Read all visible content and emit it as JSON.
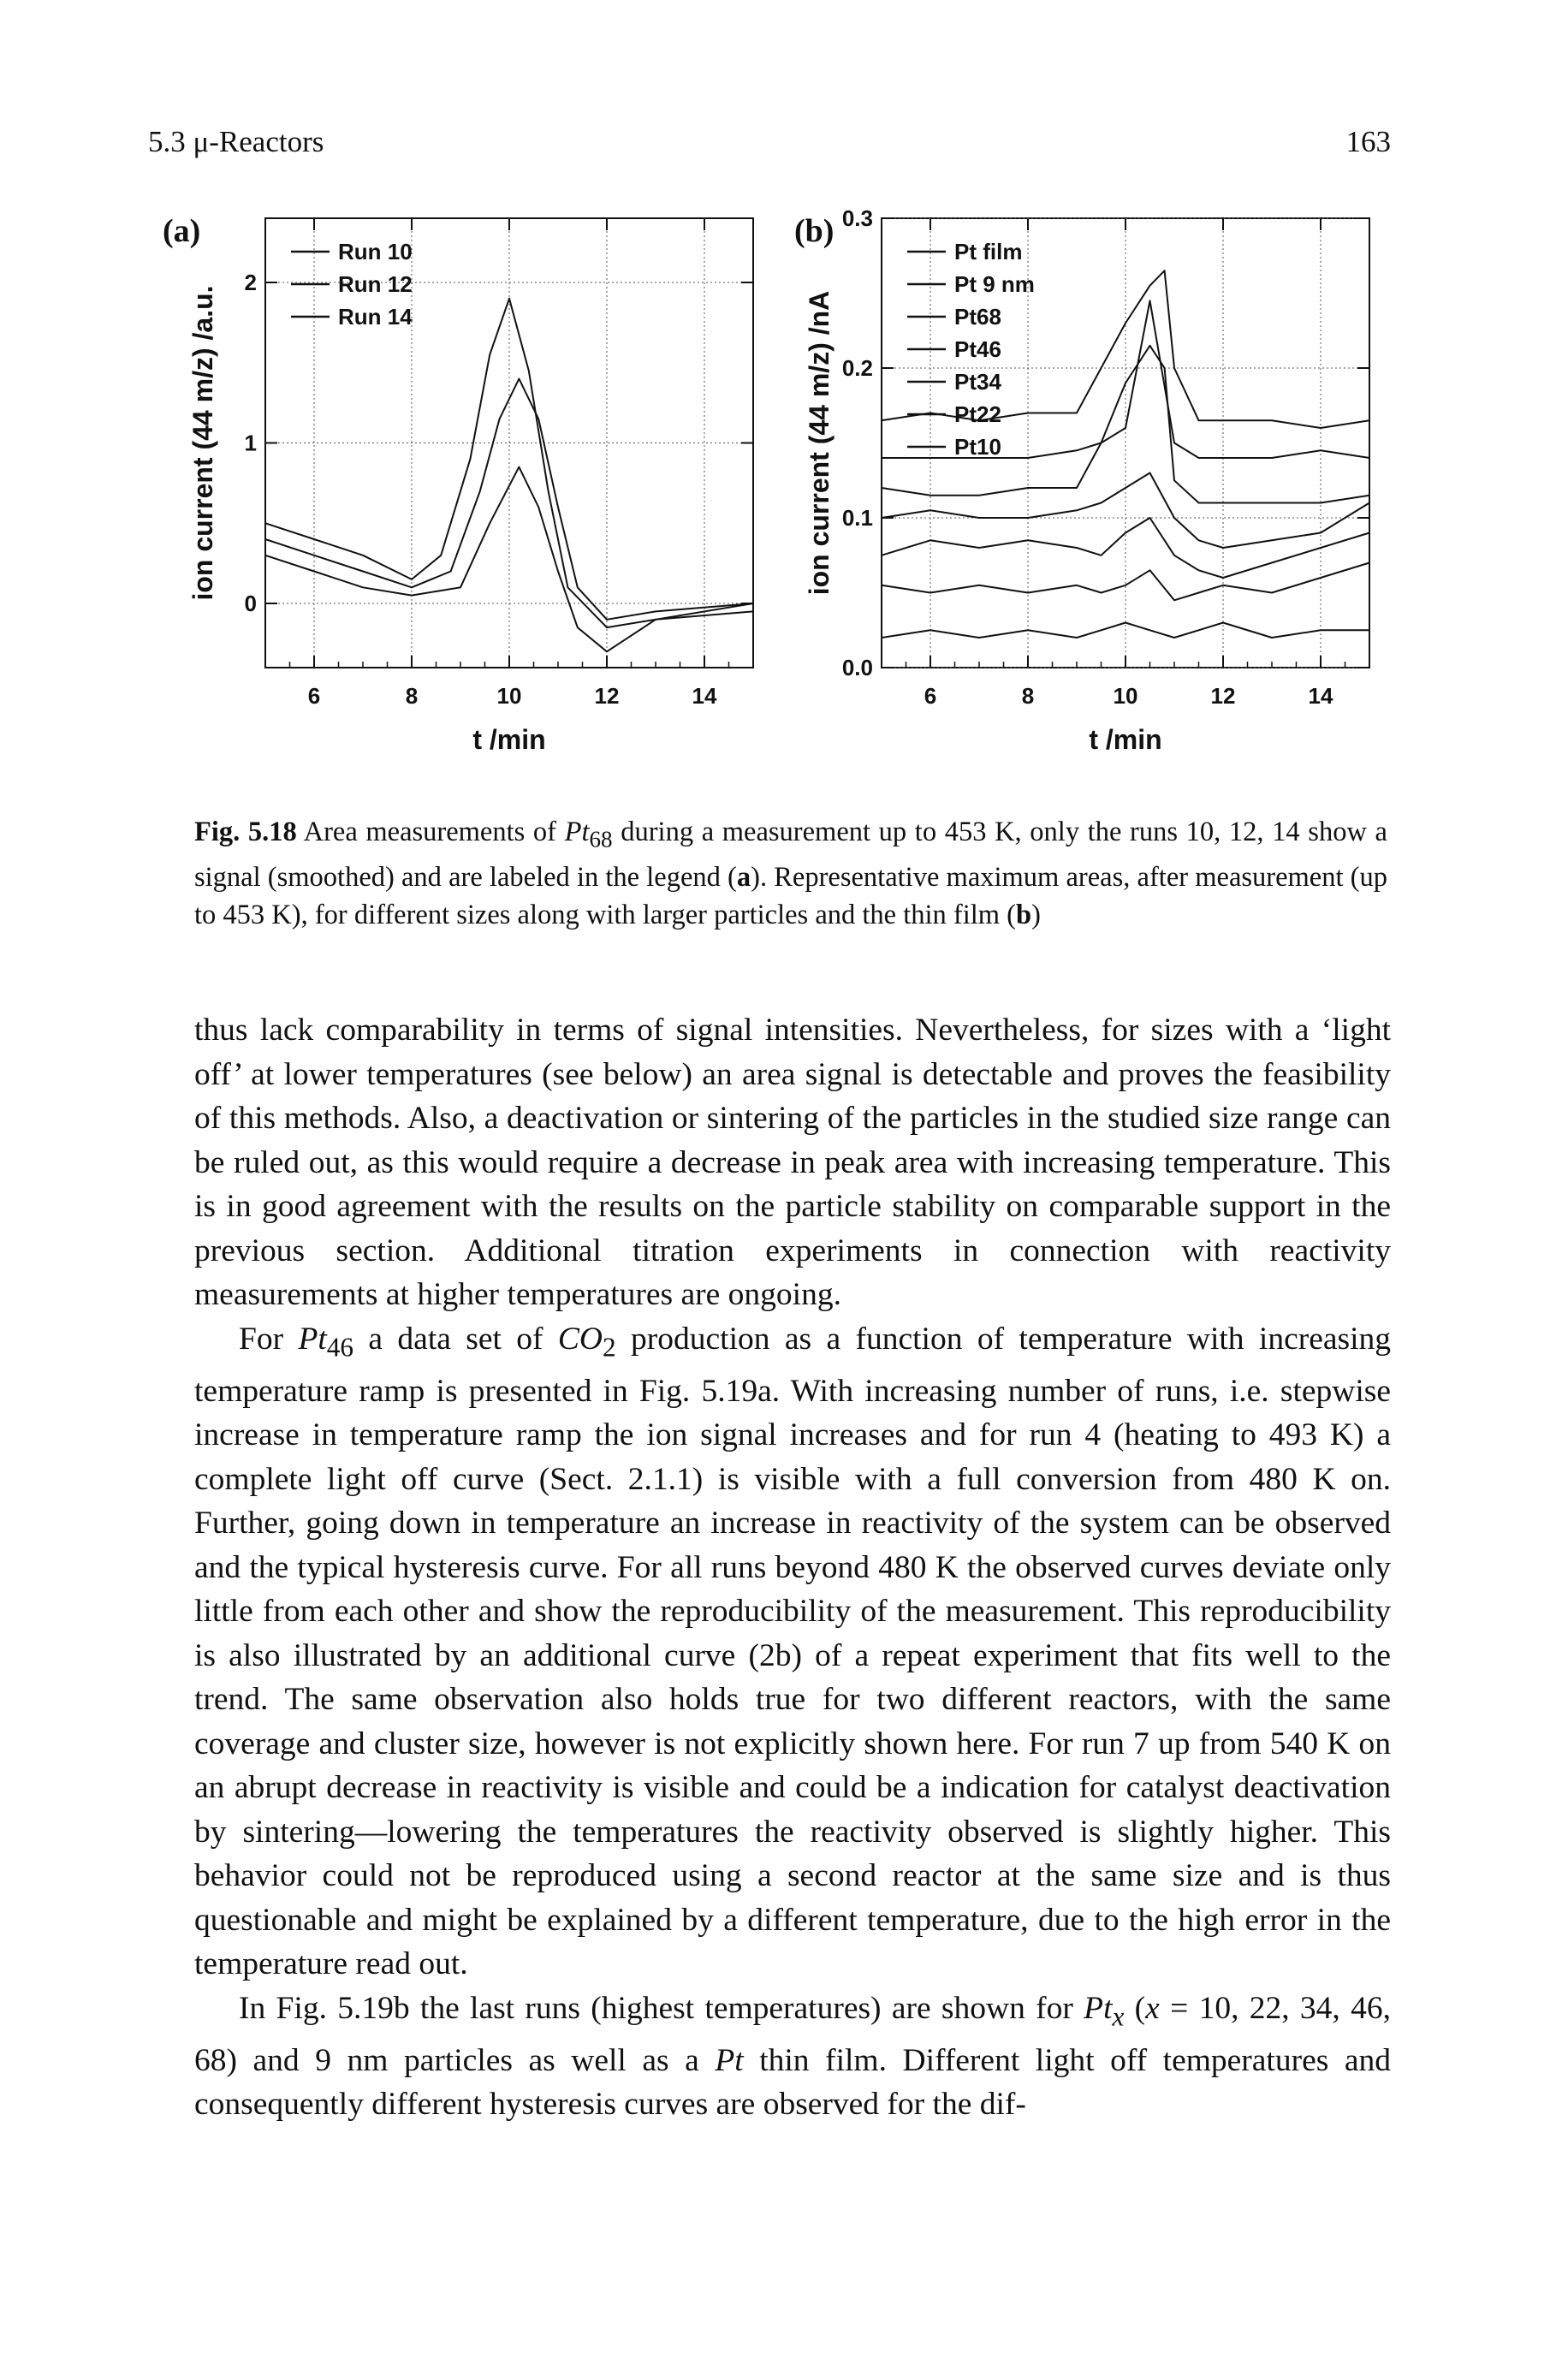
{
  "running_head": {
    "section": "5.3 μ-Reactors",
    "page_number": "163"
  },
  "figure": {
    "panel_a_label": "(a)",
    "panel_b_label": "(b)",
    "chart_data": [
      {
        "type": "line",
        "panel": "(a)",
        "xlabel": "t /min",
        "ylabel": "ion current (44 m/z) /a.u.",
        "xlim": [
          5,
          15
        ],
        "ylim": [
          -0.4,
          2.4
        ],
        "xticks": [
          "6",
          "8",
          "10",
          "12",
          "14"
        ],
        "yticks": [
          "0",
          "1",
          "2"
        ],
        "grid": true,
        "legend_position": "top-left",
        "series": [
          {
            "name": "Run 10",
            "x": [
              5,
              6,
              7,
              8,
              8.6,
              9.2,
              9.6,
              10,
              10.4,
              10.8,
              11.2,
              12,
              13,
              15
            ],
            "y": [
              0.5,
              0.4,
              0.3,
              0.15,
              0.3,
              0.9,
              1.55,
              1.9,
              1.45,
              0.7,
              0.1,
              -0.15,
              -0.1,
              -0.05
            ]
          },
          {
            "name": "Run 12",
            "x": [
              5,
              6,
              7,
              8,
              8.8,
              9.4,
              9.8,
              10.2,
              10.6,
              11,
              11.4,
              12,
              13,
              15
            ],
            "y": [
              0.4,
              0.3,
              0.2,
              0.1,
              0.2,
              0.7,
              1.15,
              1.4,
              1.15,
              0.6,
              0.1,
              -0.1,
              -0.05,
              0.0
            ]
          },
          {
            "name": "Run 14",
            "x": [
              5,
              6,
              7,
              8,
              9,
              9.6,
              10.2,
              10.6,
              11,
              11.4,
              12,
              13,
              15
            ],
            "y": [
              0.3,
              0.2,
              0.1,
              0.05,
              0.1,
              0.5,
              0.85,
              0.6,
              0.2,
              -0.15,
              -0.3,
              -0.1,
              0.0
            ]
          }
        ]
      },
      {
        "type": "line",
        "panel": "(b)",
        "xlabel": "t /min",
        "ylabel": "ion current (44 m/z) /nA",
        "xlim": [
          5,
          15
        ],
        "ylim": [
          0.0,
          0.3
        ],
        "xticks": [
          "6",
          "8",
          "10",
          "12",
          "14"
        ],
        "yticks": [
          "0.0",
          "0.1",
          "0.2",
          "0.3"
        ],
        "grid": true,
        "legend_position": "top-left",
        "series": [
          {
            "name": "Pt film",
            "x": [
              5,
              6,
              7,
              8,
              9,
              9.5,
              10,
              10.5,
              10.8,
              11,
              11.5,
              12,
              13,
              14,
              15
            ],
            "y": [
              0.165,
              0.17,
              0.165,
              0.17,
              0.17,
              0.2,
              0.23,
              0.255,
              0.265,
              0.2,
              0.165,
              0.165,
              0.165,
              0.16,
              0.165
            ]
          },
          {
            "name": "Pt 9 nm",
            "x": [
              5,
              6,
              7,
              8,
              9,
              9.5,
              10,
              10.5,
              11,
              11.5,
              12,
              13,
              14,
              15
            ],
            "y": [
              0.14,
              0.14,
              0.14,
              0.14,
              0.145,
              0.15,
              0.16,
              0.245,
              0.15,
              0.14,
              0.14,
              0.14,
              0.145,
              0.14
            ]
          },
          {
            "name": "Pt68",
            "x": [
              5,
              6,
              7,
              8,
              9,
              9.5,
              10,
              10.5,
              10.8,
              11,
              11.5,
              12,
              13,
              14,
              15
            ],
            "y": [
              0.12,
              0.115,
              0.115,
              0.12,
              0.12,
              0.15,
              0.19,
              0.215,
              0.2,
              0.125,
              0.11,
              0.11,
              0.11,
              0.11,
              0.115
            ]
          },
          {
            "name": "Pt46",
            "x": [
              5,
              6,
              7,
              8,
              9,
              9.5,
              10,
              10.5,
              11,
              11.5,
              12,
              13,
              14,
              15
            ],
            "y": [
              0.1,
              0.105,
              0.1,
              0.1,
              0.105,
              0.11,
              0.12,
              0.13,
              0.1,
              0.085,
              0.08,
              0.085,
              0.09,
              0.11
            ]
          },
          {
            "name": "Pt34",
            "x": [
              5,
              6,
              7,
              8,
              9,
              9.5,
              10,
              10.5,
              11,
              11.5,
              12,
              13,
              14,
              15
            ],
            "y": [
              0.075,
              0.085,
              0.08,
              0.085,
              0.08,
              0.075,
              0.09,
              0.1,
              0.075,
              0.065,
              0.06,
              0.07,
              0.08,
              0.09
            ]
          },
          {
            "name": "Pt22",
            "x": [
              5,
              6,
              7,
              8,
              9,
              9.5,
              10,
              10.5,
              11,
              11.5,
              12,
              13,
              14,
              15
            ],
            "y": [
              0.055,
              0.05,
              0.055,
              0.05,
              0.055,
              0.05,
              0.055,
              0.065,
              0.045,
              0.05,
              0.055,
              0.05,
              0.06,
              0.07
            ]
          },
          {
            "name": "Pt10",
            "x": [
              5,
              6,
              7,
              8,
              9,
              9.5,
              10,
              10.5,
              11,
              11.5,
              12,
              13,
              14,
              15
            ],
            "y": [
              0.02,
              0.025,
              0.02,
              0.025,
              0.02,
              0.025,
              0.03,
              0.025,
              0.02,
              0.025,
              0.03,
              0.02,
              0.025,
              0.025
            ]
          }
        ]
      }
    ]
  },
  "caption": {
    "label": "Fig. 5.18",
    "text_1": " Area measurements of ",
    "pt68": "Pt",
    "pt68_sub": "68",
    "text_2": " during a measurement up to 453 K, only the runs 10, 12, 14 show a signal (smoothed) and are labeled in the legend (",
    "ref_a": "a",
    "text_3": "). Representative maximum areas, after measurement (up to 453 K), for different sizes along with larger particles and the thin film (",
    "ref_b": "b",
    "text_4": ")"
  },
  "body": {
    "p1": "thus lack comparability in terms of signal intensities. Nevertheless, for sizes with a ‘light off’ at lower temperatures (see below) an area signal is detectable and proves the feasibility of this methods. Also, a deactivation or sintering of the particles in the studied size range can be ruled out, as this would require a decrease in peak area with increasing temperature. This is in good agreement with the results on the particle stability on comparable support in the previous section. Additional titration experiments in connection with reactivity measurements at higher temperatures are ongoing.",
    "p2_a": "For ",
    "p2_pt": "Pt",
    "p2_pt_sub": "46",
    "p2_b": " a data set of ",
    "p2_co": "CO",
    "p2_co_sub": "2",
    "p2_c": " production as a function of temperature with increasing temperature ramp is presented in Fig. 5.19a. With increasing number of runs, i.e. stepwise increase in temperature ramp the ion signal increases and for run 4 (heating to 493 K) a complete light off curve (Sect. 2.1.1) is visible with a full conversion from 480 K on. Further, going down in temperature an increase in reactivity of the system can be observed and the typical hysteresis curve. For all runs beyond 480 K the observed curves deviate only little from each other and show the reproducibility of the measurement. This reproducibility is also illustrated by an additional curve (2b) of a repeat experiment that fits well to the trend. The same observation also holds true for two different reactors, with the same coverage and cluster size, however is not explicitly shown here. For run 7 up from 540 K on an abrupt decrease in reactivity is visible and could be a indication for catalyst deactivation by sintering—lowering the temperatures the reactivity observed is slightly higher. This behavior could not be reproduced using a second reactor at the same size and is thus questionable and might be explained by a different temperature, due to the high error in the temperature read out.",
    "p3_a": "In Fig. 5.19b the last runs (highest temperatures) are shown for ",
    "p3_pt": "Pt",
    "p3_pt_sub": "x",
    "p3_b": " (",
    "p3_x": "x",
    "p3_c": " = 10, 22, 34, 46, 68) and 9 nm particles as well as a ",
    "p3_pt2": "Pt",
    "p3_d": " thin film. Different light off temperatures and consequently different hysteresis curves are observed for the dif-"
  }
}
